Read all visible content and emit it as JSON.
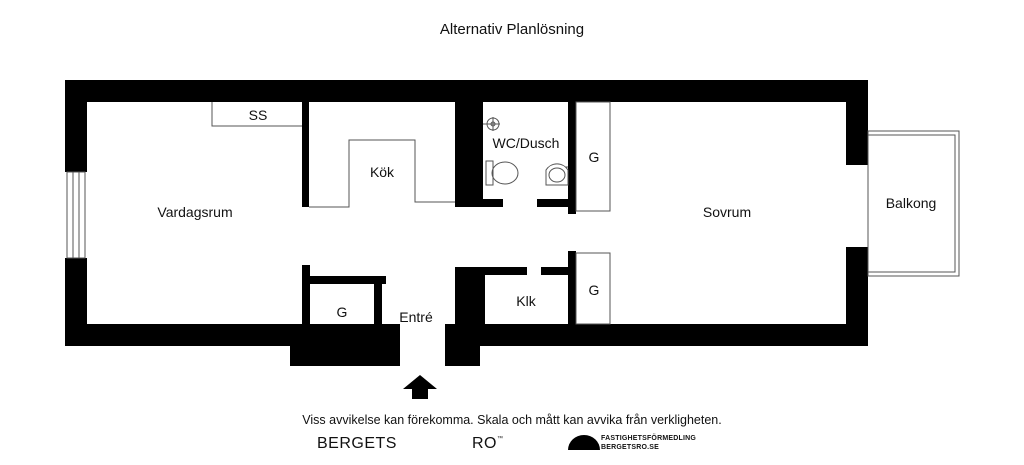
{
  "title": "Alternativ Planlösning",
  "rooms": {
    "ss": "SS",
    "kok": "Kök",
    "wc": "WC/Dusch",
    "g_top": "G",
    "vardagsrum": "Vardagsrum",
    "sovrum": "Sovrum",
    "balkong": "Balkong",
    "g_entry": "G",
    "entre": "Entré",
    "klk": "Klk",
    "g_bottom": "G"
  },
  "disclaimer": "Viss avvikelse kan förekomma. Skala och mått kan avvika från verkligheten.",
  "brand": {
    "left": "BERGETS",
    "right": "RO",
    "tm": "™",
    "tagline1": "FASTIGHETSFÖRMEDLING",
    "tagline2": "BERGETSRO.SE"
  },
  "colors": {
    "wall": "#000000",
    "thin_line": "#555555",
    "background": "#ffffff"
  }
}
